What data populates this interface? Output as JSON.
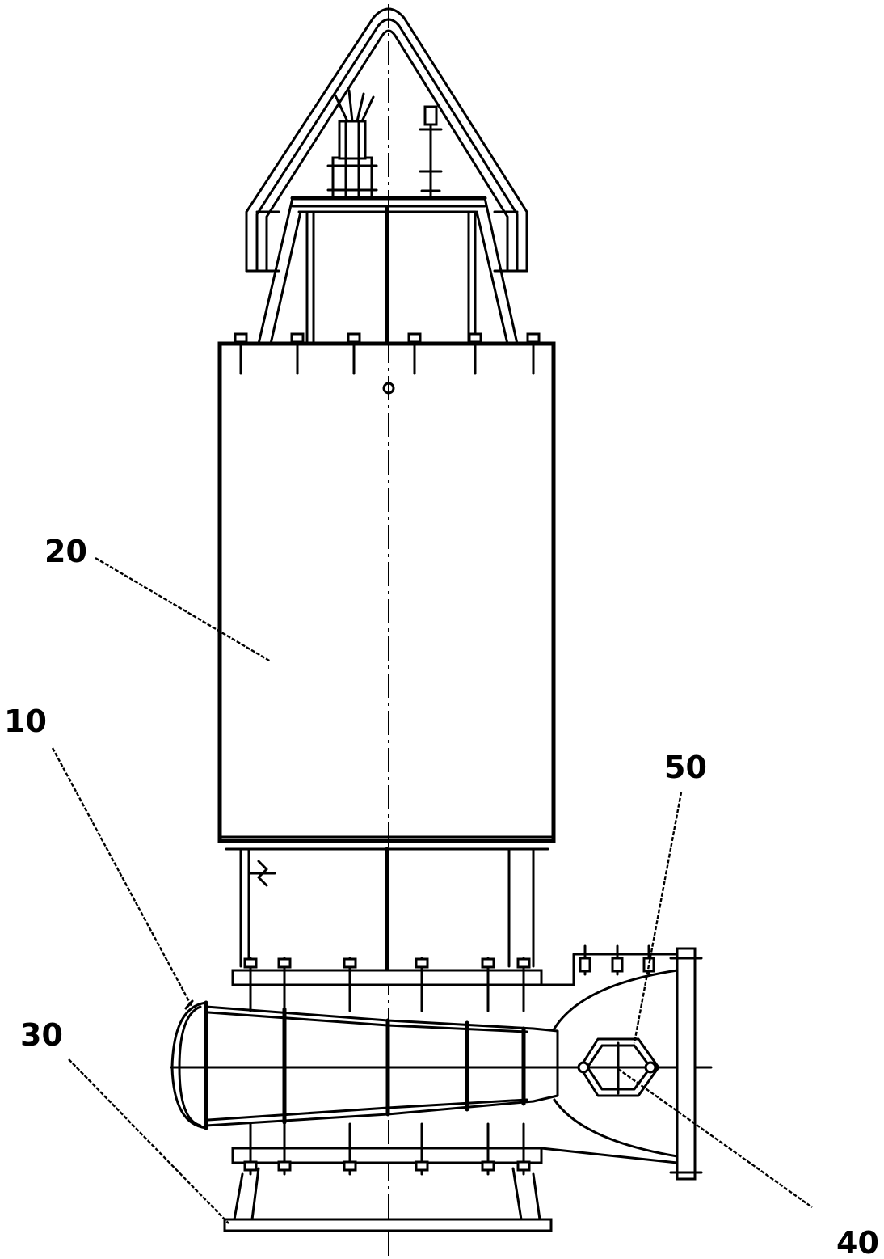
{
  "labels": {
    "ref_10": "10",
    "ref_20": "20",
    "ref_30": "30",
    "ref_40": "40",
    "ref_50": "50"
  },
  "colors": {
    "line": "#000000",
    "background": "#ffffff"
  }
}
